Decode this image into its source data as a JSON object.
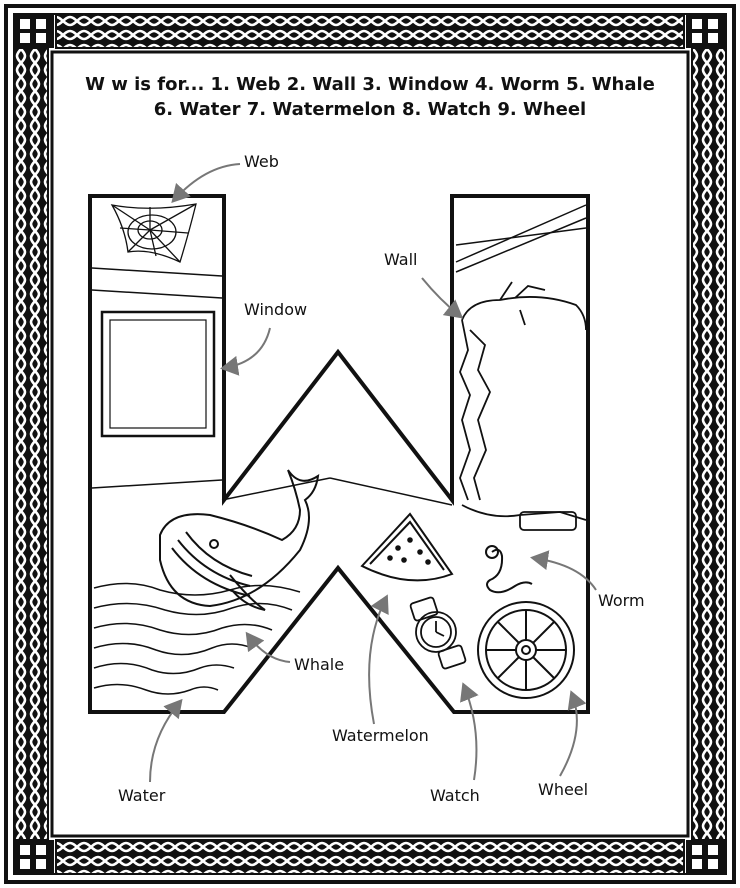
{
  "page": {
    "title_line_1": "W w  is for... 1. Web 2. Wall 3. Window 4. Worm 5. Whale",
    "title_line_2": "6. Water 7. Watermelon 8. Watch 9. Wheel"
  },
  "labels": {
    "web": "Web",
    "wall": "Wall",
    "window": "Window",
    "worm": "Worm",
    "whale": "Whale",
    "water": "Water",
    "watermelon": "Watermelon",
    "watch": "Watch",
    "wheel": "Wheel"
  },
  "colors": {
    "ink": "#111111",
    "paper": "#ffffff",
    "arrow": "#777777"
  }
}
